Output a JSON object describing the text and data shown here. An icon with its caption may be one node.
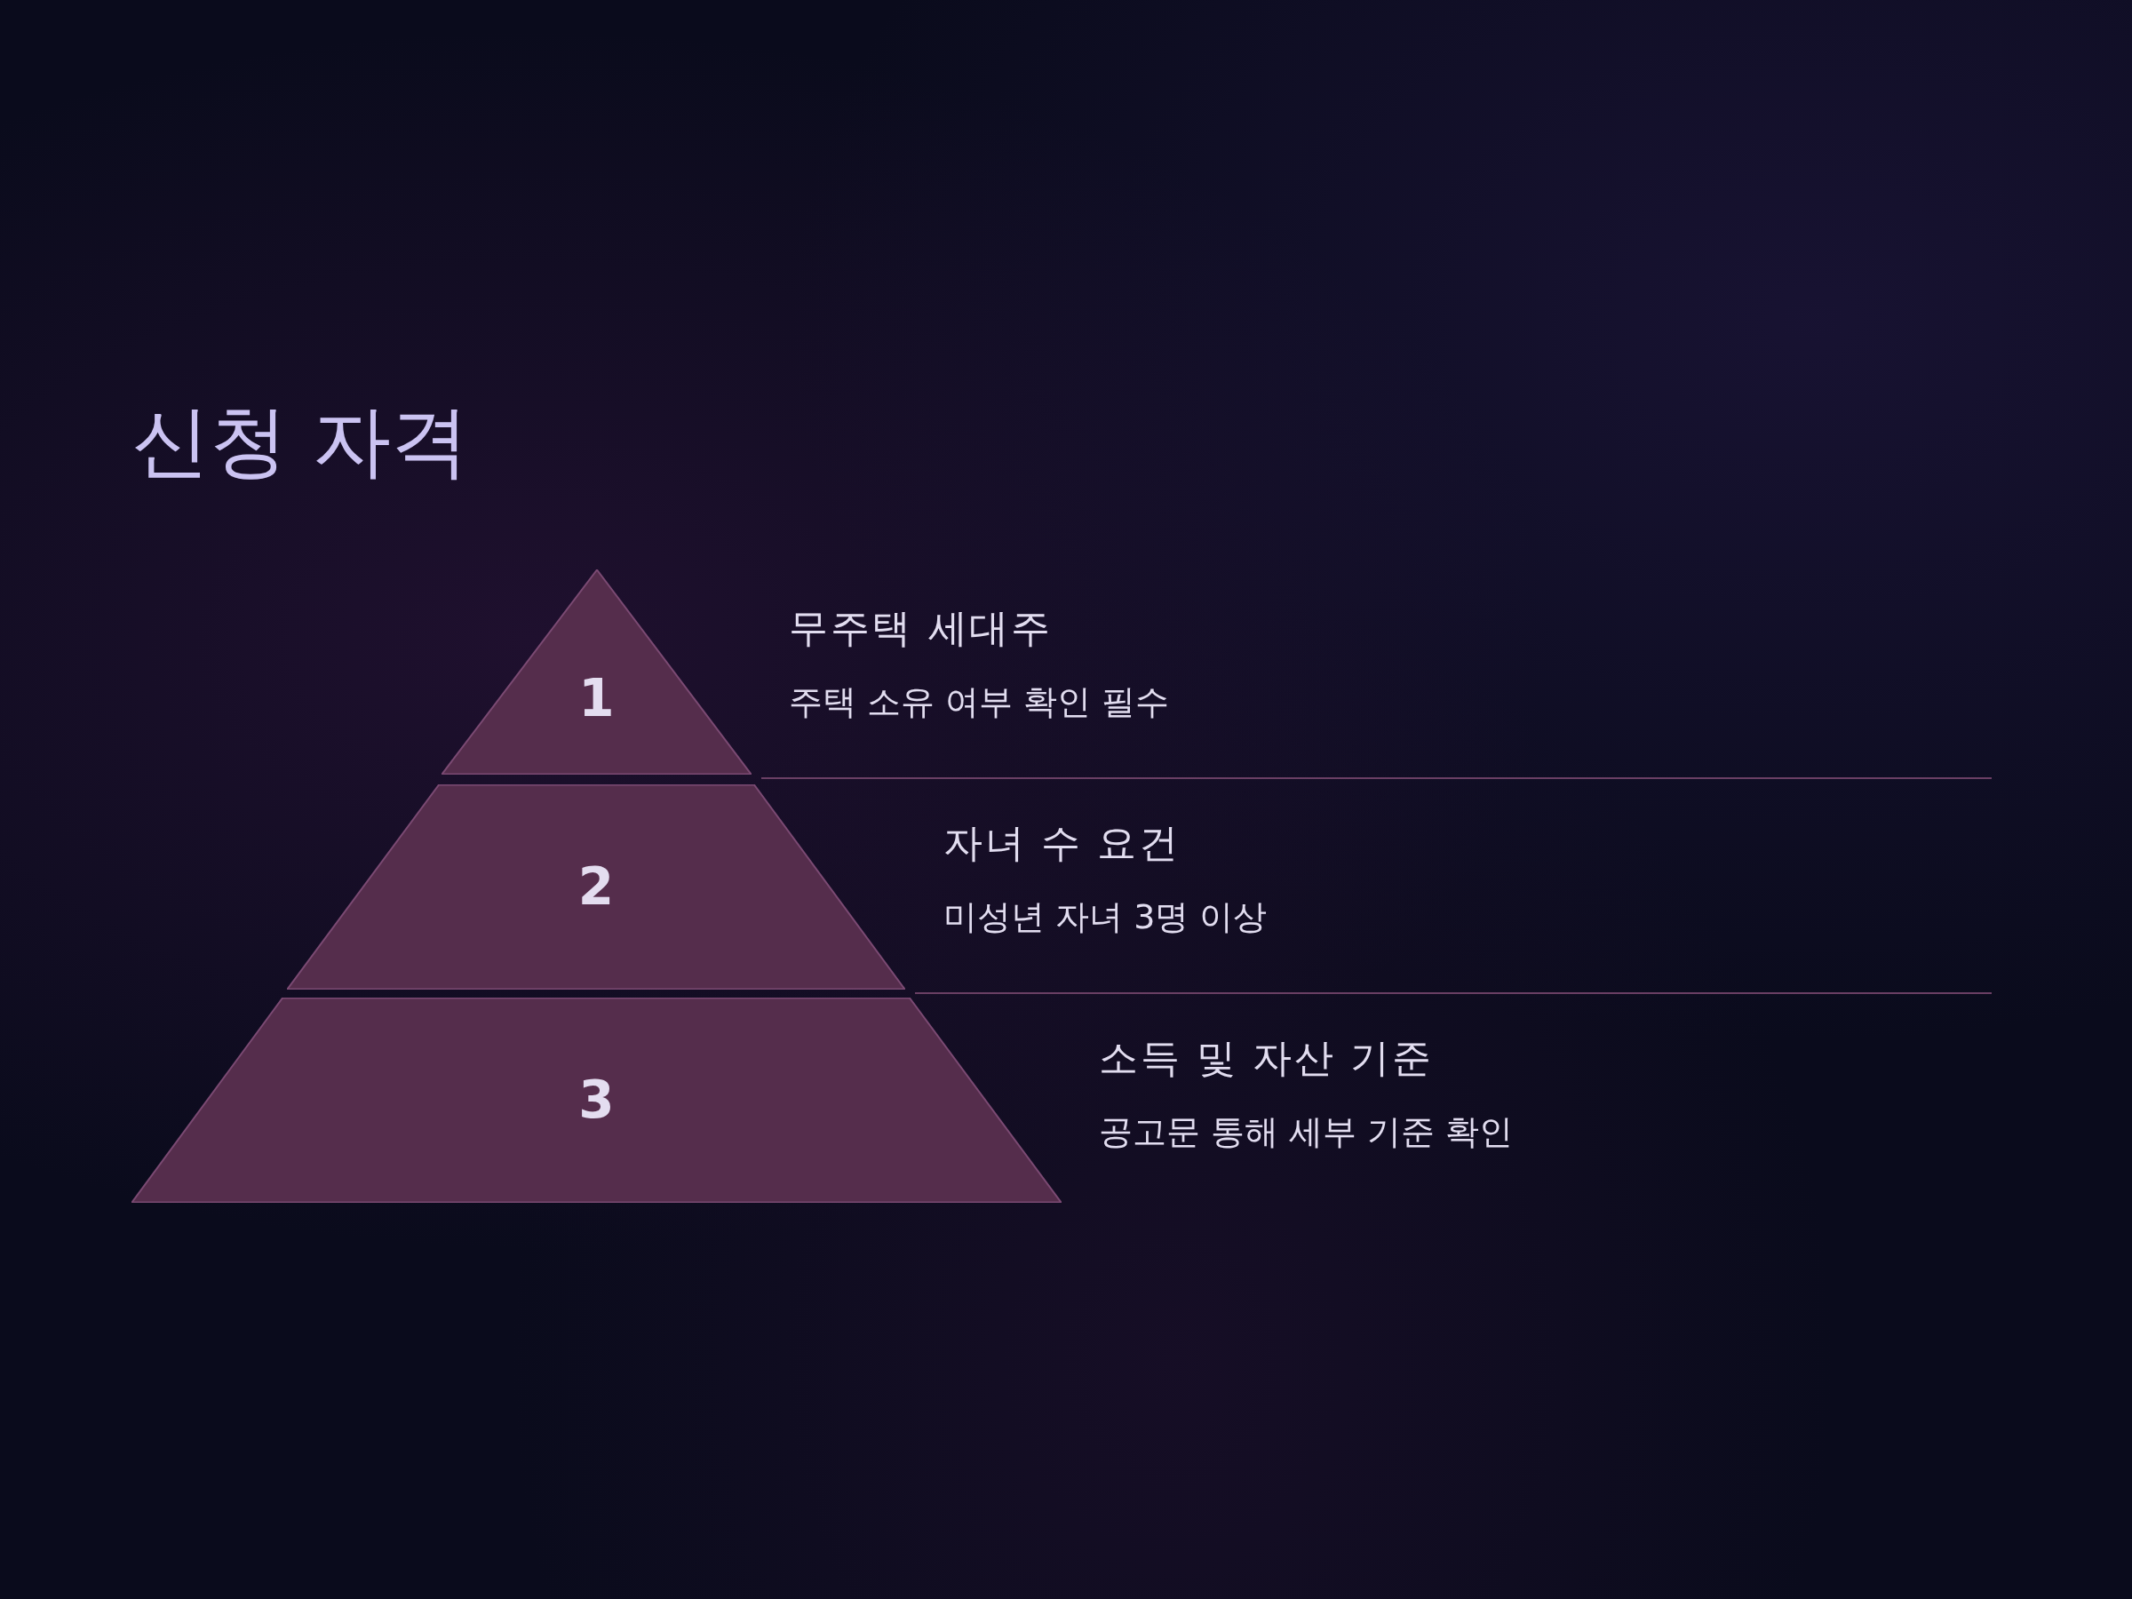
{
  "diagram": {
    "title": "신청 자격",
    "nodes": [
      {
        "text": [
          "1"
        ],
        "beside": [
          "무주택 세대주",
          "주택 소유 여부 확인 필수"
        ]
      },
      {
        "text": [
          "2"
        ],
        "beside": [
          "자녀 수 요건",
          "미성년 자녀 3명 이상"
        ]
      },
      {
        "text": [
          "3"
        ],
        "beside": [
          "소득 및 자산 기준",
          "공고문 통해 세부 기준 확인"
        ]
      }
    ]
  }
}
